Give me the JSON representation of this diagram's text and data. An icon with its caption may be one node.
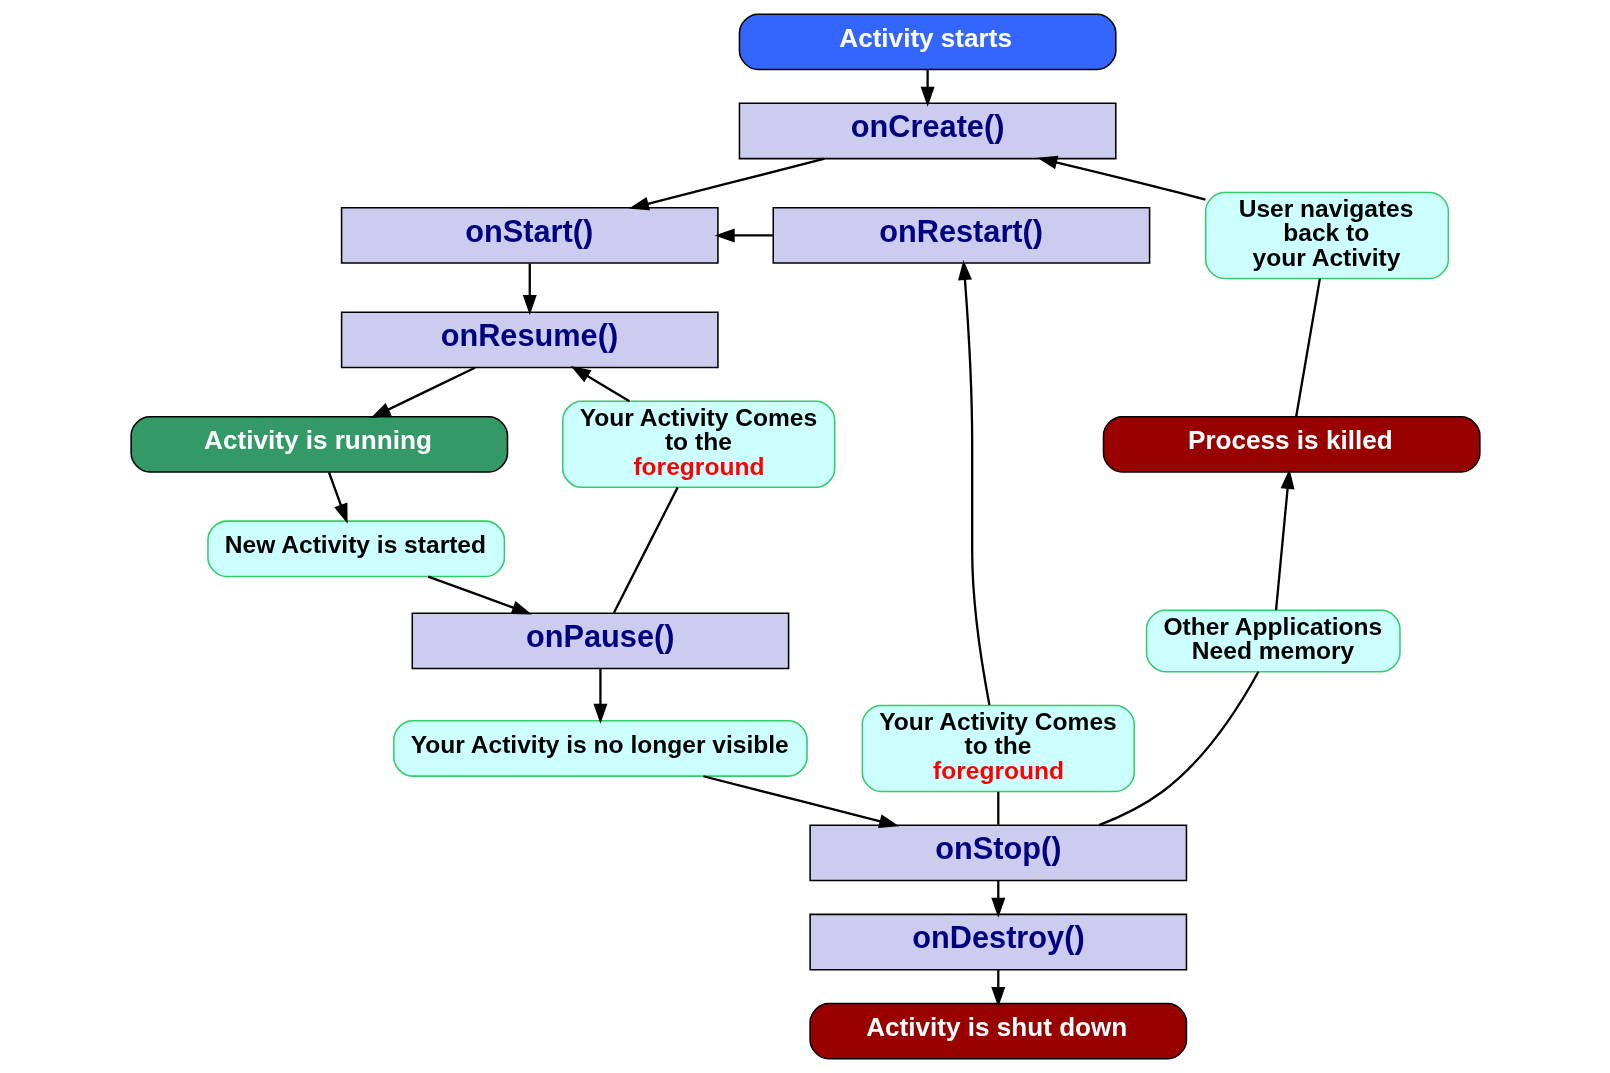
{
  "diagram": {
    "nodes": [
      {
        "text": [
          "Activity starts"
        ]
      },
      {
        "text": [
          "onCreate()"
        ]
      },
      {
        "text": [
          "onStart()"
        ]
      },
      {
        "text": [
          "onResume()"
        ]
      },
      {
        "text": [
          "Activity is running"
        ]
      },
      {
        "text": [
          "New Activity is started"
        ]
      },
      {
        "text": [
          "onPause()"
        ]
      },
      {
        "text": [
          "Your Activity is no longer visible"
        ]
      },
      {
        "text": [
          "onStop()"
        ]
      },
      {
        "text": [
          "onDestroy()"
        ]
      },
      {
        "text": [
          "Activity is shut down"
        ]
      },
      {
        "text": [
          "User navigates back to your Activity"
        ]
      },
      {
        "text": [
          "Process is killed"
        ]
      },
      {
        "text": [
          "Other Applications Need memory"
        ]
      },
      {
        "text": [
          "onRestart()"
        ]
      },
      {
        "text": [
          "Your Activity Comes to the foreground"
        ]
      },
      {
        "text": [
          "Your Activity Comes to the foreground"
        ]
      }
    ],
    "edges": [
      {
        "from": 0,
        "to": 1,
        "arrow": "to"
      },
      {
        "from": 1,
        "to": 2,
        "arrow": "to"
      },
      {
        "from": 2,
        "to": 3,
        "arrow": "to"
      },
      {
        "from": 3,
        "to": 4,
        "arrow": "to"
      },
      {
        "from": 4,
        "to": 5,
        "arrow": "to"
      },
      {
        "from": 5,
        "to": 6,
        "arrow": "to"
      },
      {
        "from": 6,
        "to": 7,
        "arrow": "to"
      },
      {
        "from": 7,
        "to": 8,
        "arrow": "to"
      },
      {
        "from": 8,
        "to": 9,
        "arrow": "to"
      },
      {
        "from": 9,
        "to": 10,
        "arrow": "to"
      },
      {
        "from": 6,
        "to": 15,
        "arrow": "none"
      },
      {
        "from": 15,
        "to": 3,
        "arrow": "to"
      },
      {
        "from": 8,
        "to": 16,
        "arrow": "none"
      },
      {
        "from": 16,
        "to": 14,
        "arrow": "to"
      },
      {
        "from": 14,
        "to": 2,
        "arrow": "to"
      },
      {
        "from": 8,
        "to": 13,
        "arrow": "none"
      },
      {
        "from": 13,
        "to": 12,
        "arrow": "to"
      },
      {
        "from": 12,
        "to": 11,
        "arrow": "none"
      },
      {
        "from": 11,
        "to": 1,
        "arrow": "to"
      }
    ]
  }
}
